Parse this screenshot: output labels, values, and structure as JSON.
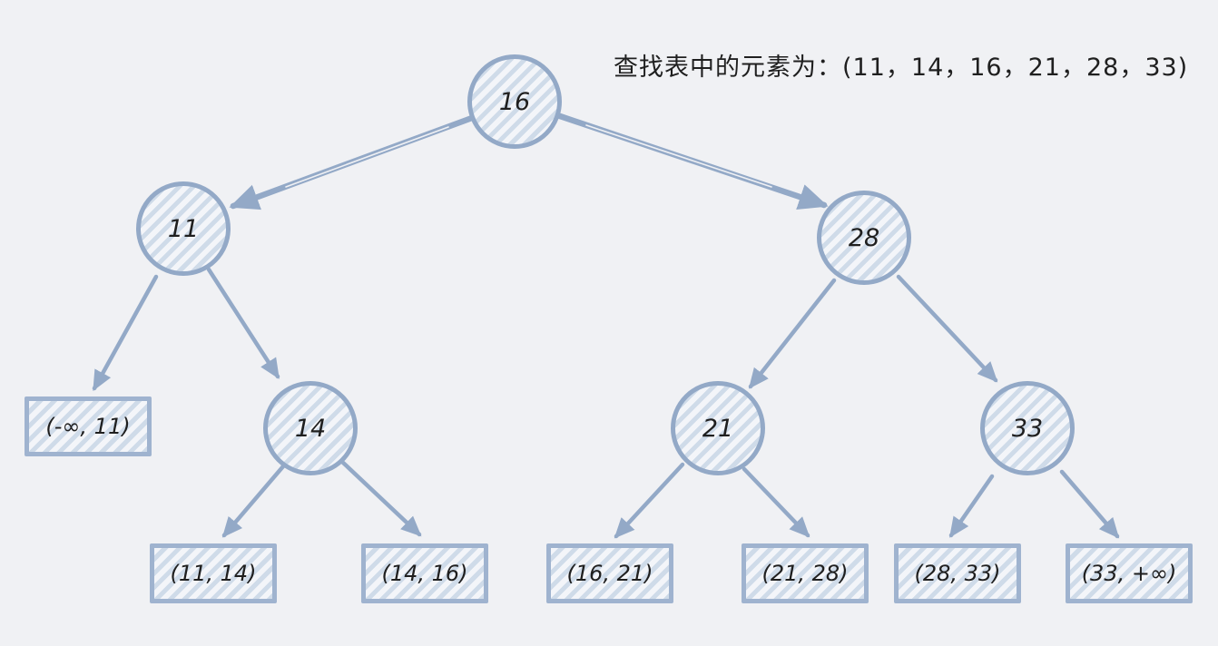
{
  "title": "查找表中的元素为：(11，14，16，21，28，33)",
  "colors": {
    "background": "#f0f1f4",
    "stroke": "#93a9c7",
    "hatch": "#cfdbe9",
    "shape_fill": "#f3f5f9",
    "text": "#1f1f1f"
  },
  "tree": {
    "type": "binary-search-tree",
    "elements": [
      "11",
      "14",
      "16",
      "21",
      "28",
      "33"
    ],
    "nodes": [
      {
        "label": "16"
      },
      {
        "label": "11"
      },
      {
        "label": "28"
      },
      {
        "label": "14"
      },
      {
        "label": "21"
      },
      {
        "label": "33"
      }
    ],
    "leaves": [
      {
        "label": "(-∞, 11)"
      },
      {
        "label": "(11, 14)"
      },
      {
        "label": "(14, 16)"
      },
      {
        "label": "(16, 21)"
      },
      {
        "label": "(21, 28)"
      },
      {
        "label": "(28, 33)"
      },
      {
        "label": "(33, +∞)"
      }
    ],
    "edges": [
      {
        "from": "16",
        "to": "11"
      },
      {
        "from": "16",
        "to": "28"
      },
      {
        "from": "11",
        "to": "(-∞, 11)"
      },
      {
        "from": "11",
        "to": "14"
      },
      {
        "from": "14",
        "to": "(11, 14)"
      },
      {
        "from": "14",
        "to": "(14, 16)"
      },
      {
        "from": "28",
        "to": "21"
      },
      {
        "from": "28",
        "to": "33"
      },
      {
        "from": "21",
        "to": "(16, 21)"
      },
      {
        "from": "21",
        "to": "(21, 28)"
      },
      {
        "from": "33",
        "to": "(28, 33)"
      },
      {
        "from": "33",
        "to": "(33, +∞)"
      }
    ]
  }
}
